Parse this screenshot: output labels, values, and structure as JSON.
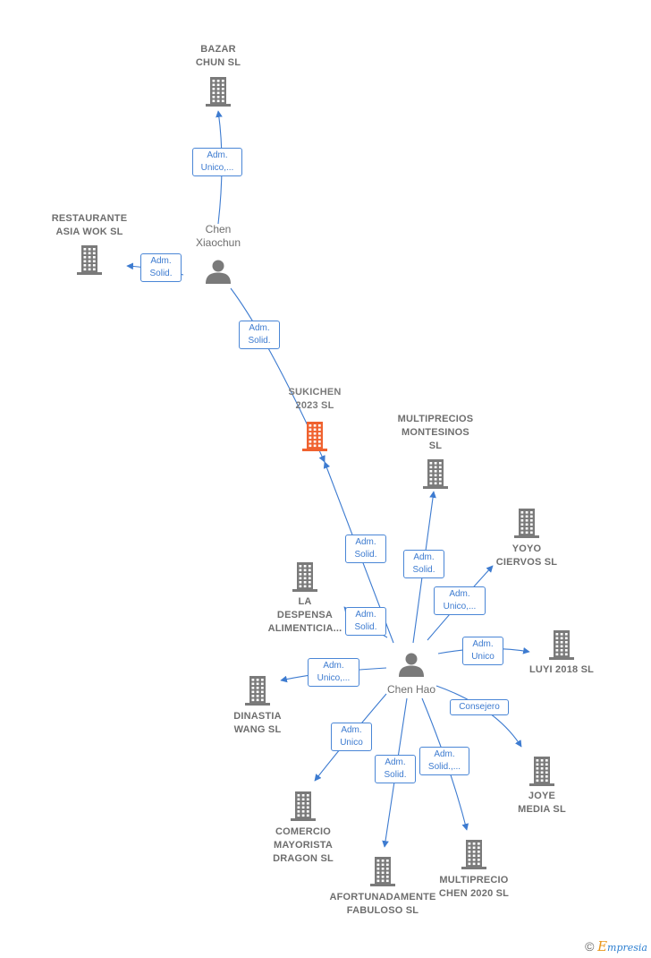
{
  "colors": {
    "edge": "#3d7bd0",
    "node": "#7a7a7a",
    "focus": "#f0622f"
  },
  "nodes": {
    "bazar": {
      "label": [
        "BAZAR",
        "CHUN SL"
      ],
      "type": "company"
    },
    "restaurante": {
      "label": [
        "RESTAURANTE",
        "ASIA WOK SL"
      ],
      "type": "company"
    },
    "chen_xiaochun": {
      "label": [
        "Chen",
        "Xiaochun"
      ],
      "type": "person"
    },
    "sukichen": {
      "label": [
        "SUKICHEN",
        "2023 SL"
      ],
      "type": "company-focus"
    },
    "multiprecios": {
      "label": [
        "MULTIPRECIOS",
        "MONTESINOS",
        "SL"
      ],
      "type": "company"
    },
    "yoyo": {
      "label": [
        "YOYO",
        "CIERVOS SL"
      ],
      "type": "company"
    },
    "la_despensa": {
      "label": [
        "LA",
        "DESPENSA",
        "ALIMENTICIA..."
      ],
      "type": "company"
    },
    "luyi": {
      "label": [
        "LUYI 2018 SL"
      ],
      "type": "company"
    },
    "chen_hao": {
      "label": [
        "Chen Hao"
      ],
      "type": "person"
    },
    "dinastia": {
      "label": [
        "DINASTIA",
        "WANG SL"
      ],
      "type": "company"
    },
    "joye": {
      "label": [
        "JOYE",
        "MEDIA SL"
      ],
      "type": "company"
    },
    "comercio": {
      "label": [
        "COMERCIO",
        "MAYORISTA",
        "DRAGON SL"
      ],
      "type": "company"
    },
    "afortunadamente": {
      "label": [
        "AFORTUNADAMENTE",
        "FABULOSO SL"
      ],
      "type": "company"
    },
    "multiprecio_chen": {
      "label": [
        "MULTIPRECIO",
        "CHEN 2020 SL"
      ],
      "type": "company"
    }
  },
  "edges": [
    {
      "from": "chen_xiaochun",
      "to": "bazar",
      "role": [
        "Adm.",
        "Unico,..."
      ]
    },
    {
      "from": "chen_xiaochun",
      "to": "restaurante",
      "role": [
        "Adm.",
        "Solid."
      ]
    },
    {
      "from": "chen_xiaochun",
      "to": "sukichen",
      "role": [
        "Adm.",
        "Solid."
      ]
    },
    {
      "from": "chen_hao",
      "to": "sukichen",
      "role": [
        "Adm.",
        "Solid."
      ]
    },
    {
      "from": "chen_hao",
      "to": "multiprecios",
      "role": [
        "Adm.",
        "Solid."
      ]
    },
    {
      "from": "chen_hao",
      "to": "yoyo",
      "role": [
        "Adm.",
        "Unico,..."
      ]
    },
    {
      "from": "chen_hao",
      "to": "la_despensa",
      "role": [
        "Adm.",
        "Solid."
      ]
    },
    {
      "from": "chen_hao",
      "to": "luyi",
      "role": [
        "Adm.",
        "Unico"
      ]
    },
    {
      "from": "chen_hao",
      "to": "dinastia",
      "role": [
        "Adm.",
        "Unico,..."
      ]
    },
    {
      "from": "chen_hao",
      "to": "joye",
      "role": [
        "Consejero"
      ]
    },
    {
      "from": "chen_hao",
      "to": "comercio",
      "role": [
        "Adm.",
        "Unico"
      ]
    },
    {
      "from": "chen_hao",
      "to": "afortunadamente",
      "role": [
        "Adm.",
        "Solid."
      ]
    },
    {
      "from": "chen_hao",
      "to": "multiprecio_chen",
      "role": [
        "Adm.",
        "Solid.,..."
      ]
    }
  ],
  "footer": {
    "copyright": "©",
    "brand_initial": "E",
    "brand_rest": "mpresia"
  }
}
